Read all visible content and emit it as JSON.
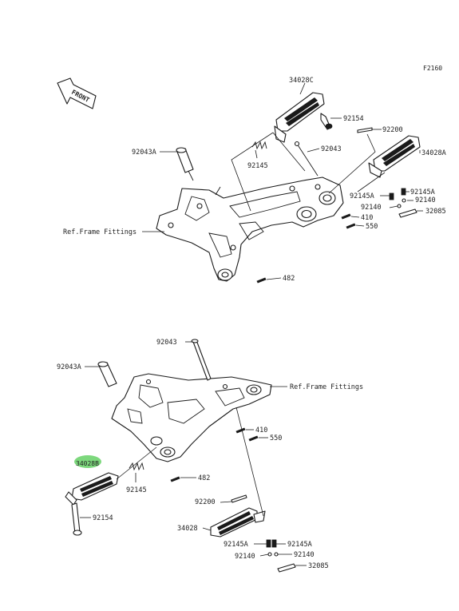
{
  "figure_code": "F2160",
  "front_label": "FRONT",
  "highlight_color": "#7dd87d",
  "upper_assembly": {
    "labels": {
      "l_34028C": "34028C",
      "l_92154": "92154",
      "l_92200": "92200",
      "l_92043A": "92043A",
      "l_92043": "92043",
      "l_34028A": "34028A",
      "l_92145": "92145",
      "l_92145A_left": "92145A",
      "l_92145A_right": "92145A",
      "l_92140_right": "92140",
      "l_92140_left": "92140",
      "l_32085": "32085",
      "l_410": "410",
      "l_550": "550",
      "l_482": "482",
      "ref_frame": "Ref.Frame Fittings"
    }
  },
  "lower_assembly": {
    "labels": {
      "l_92043": "92043",
      "l_92043A": "92043A",
      "ref_frame": "Ref.Frame Fittings",
      "l_34028B": "34028B",
      "l_410": "410",
      "l_550": "550",
      "l_92145": "92145",
      "l_482": "482",
      "l_92200": "92200",
      "l_92154": "92154",
      "l_34028": "34028",
      "l_92145A_left": "92145A",
      "l_92145A_right": "92145A",
      "l_92140_left": "92140",
      "l_92140_right": "92140",
      "l_32085": "32085"
    }
  }
}
